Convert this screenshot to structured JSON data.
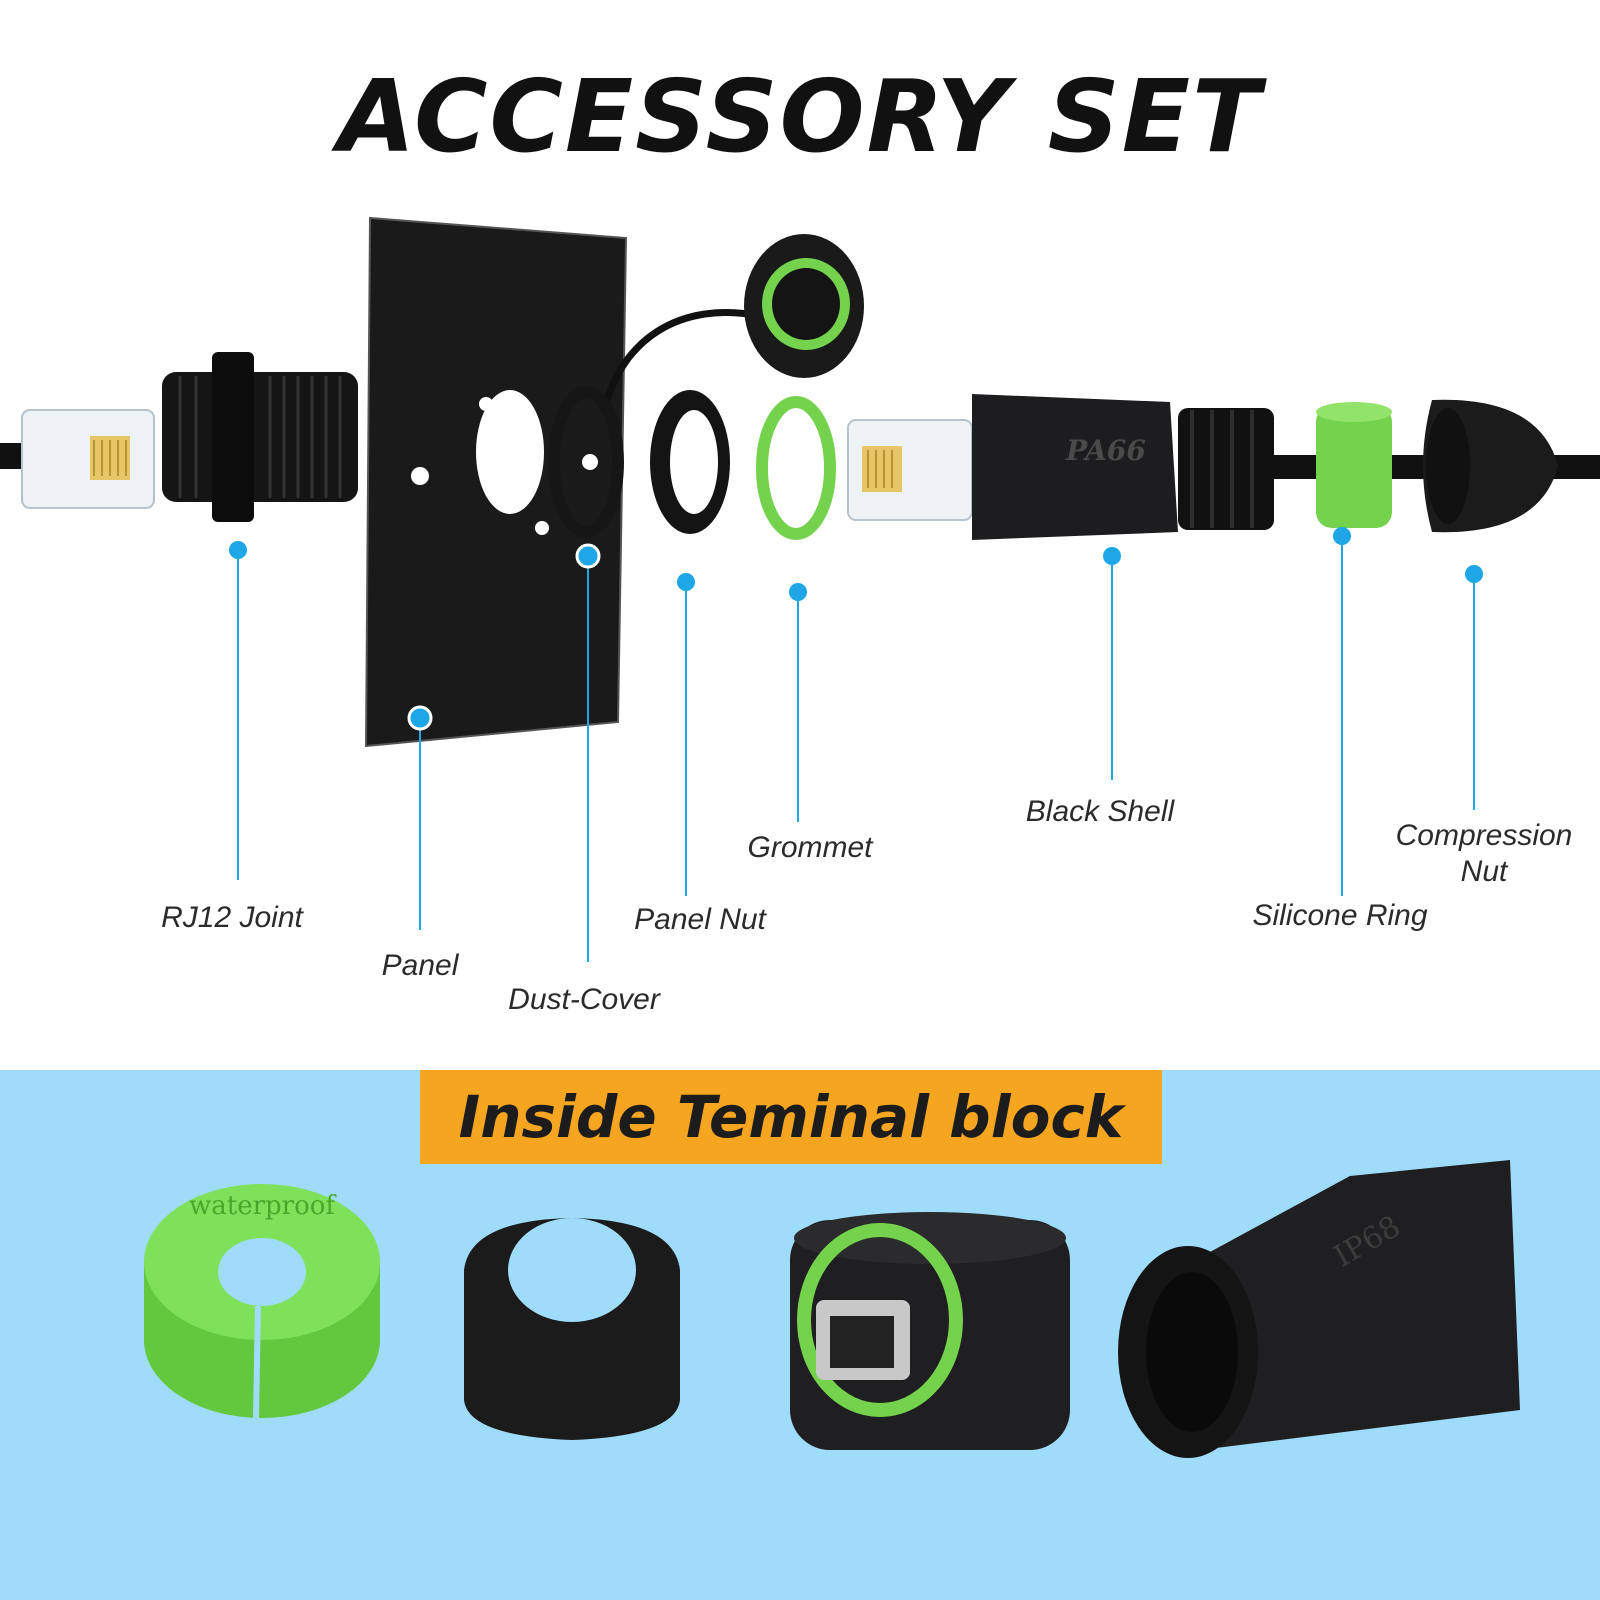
{
  "title": "ACCESSORY SET",
  "parts": [
    {
      "label": "RJ12 Joint"
    },
    {
      "label": "Panel"
    },
    {
      "label": "Dust-Cover"
    },
    {
      "label": "Panel Nut"
    },
    {
      "label": "Grommet"
    },
    {
      "label": "Black Shell"
    },
    {
      "label": "Silicone Ring"
    },
    {
      "label": "Compression Nut"
    }
  ],
  "shell_marking": "PA66",
  "section_title": "Inside Teminal block",
  "ring_embossing": "waterproof",
  "housing_marking": "IP68",
  "colors": {
    "accent_blue": "#1ea7e6",
    "accent_green": "#7ed957",
    "banner_orange": "#f6a521",
    "background_blue": "#9fdcf9"
  }
}
